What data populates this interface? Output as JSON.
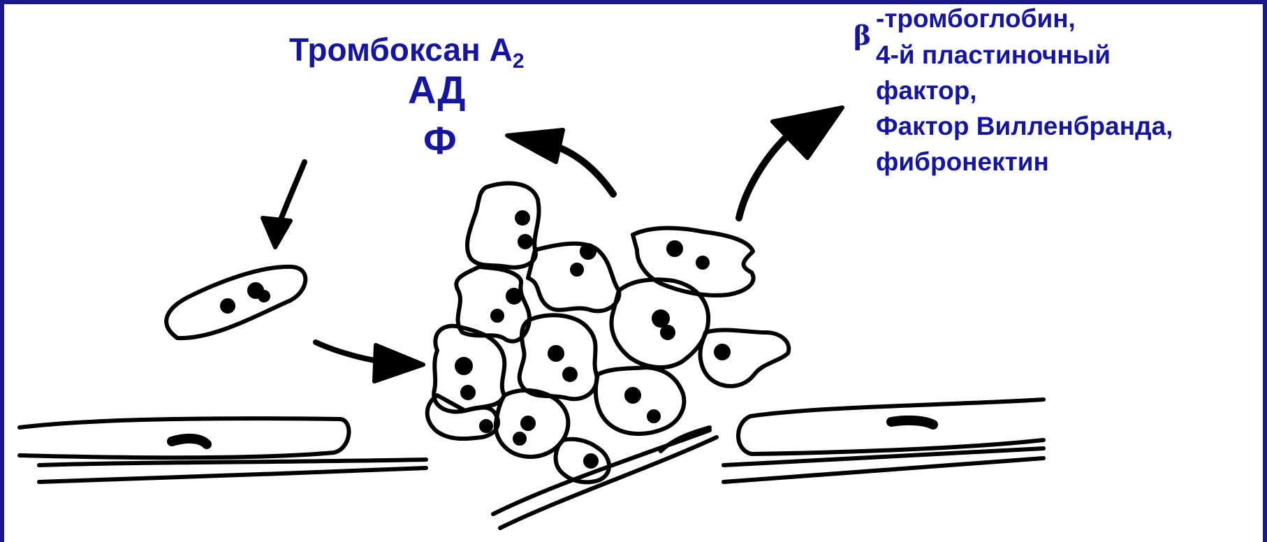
{
  "left_labels": {
    "thromboxane": "Тромбоксан А",
    "thromboxane_sub": "2",
    "ad": "АД",
    "f": "Ф"
  },
  "right_labels": {
    "beta_symbol": "β",
    "line1": "-тромбоглобин,",
    "line2": "4-й пластиночный",
    "line3": "фактор,",
    "line4": "Фактор Вилленбранда,",
    "line5": "фибронектин"
  },
  "colors": {
    "border": "#1a1a8c",
    "text": "#1515a0",
    "drawing": "#000000",
    "background": "#ffffff"
  }
}
